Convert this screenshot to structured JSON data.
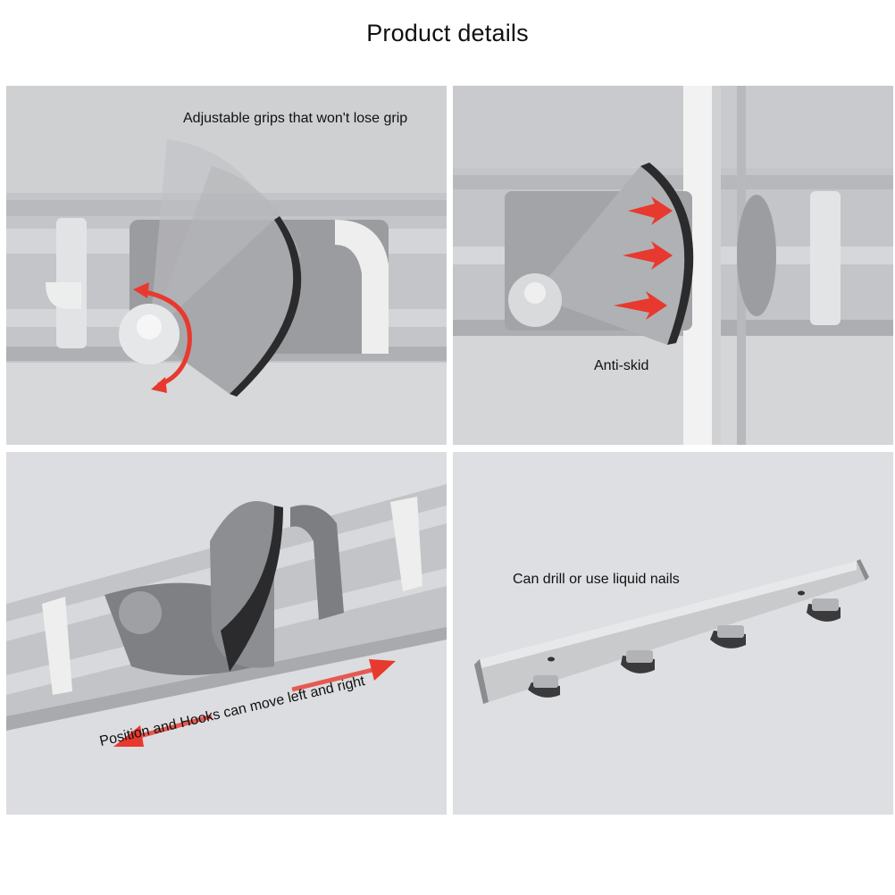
{
  "page": {
    "title": "Product details"
  },
  "panels": [
    {
      "caption": "Adjustable grips that won't lose grip"
    },
    {
      "caption": "Anti-skid"
    },
    {
      "caption": "Position and  Hooks can move left and right"
    },
    {
      "caption": "Can drill or use liquid nails"
    }
  ],
  "colors": {
    "arrow": "#e8392f",
    "rail": "#c9cacc",
    "grip": "#8f9093",
    "rubber": "#2b2b2d"
  }
}
